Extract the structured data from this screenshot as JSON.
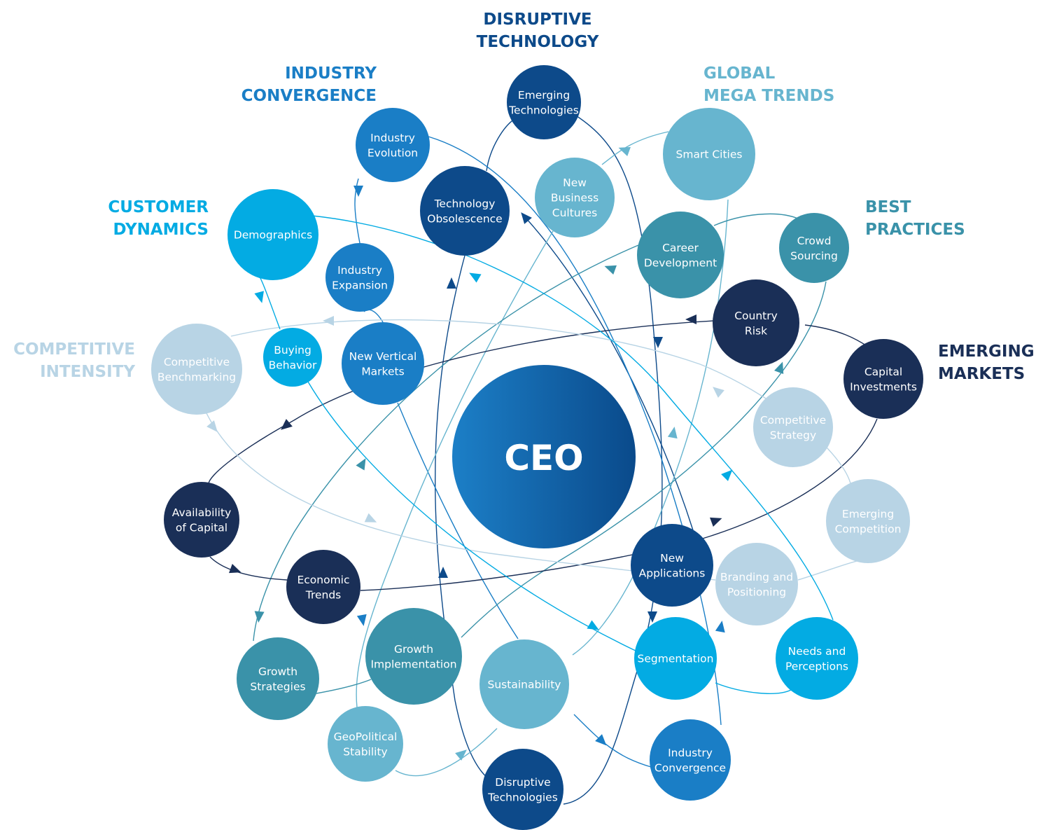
{
  "center": {
    "label": "CEO"
  },
  "colors": {
    "disruptive": "#0d4a8a",
    "industry": "#1a7ec6",
    "global": "#67b5cf",
    "best": "#3a92a9",
    "emerging": "#1a2f57",
    "competitive": "#b8d4e5",
    "customer": "#03abe3",
    "ceo_light": "#1c7fc7",
    "ceo_dark": "#0a4a8b"
  },
  "groups": [
    {
      "id": "disruptive_technology",
      "lines": [
        "DISRUPTIVE",
        "TECHNOLOGY"
      ],
      "color": "#0d4a8a"
    },
    {
      "id": "industry_convergence",
      "lines": [
        "INDUSTRY",
        "CONVERGENCE"
      ],
      "color": "#1a7ec6"
    },
    {
      "id": "global_mega_trends",
      "lines": [
        "GLOBAL",
        "MEGA TRENDS"
      ],
      "color": "#67b5cf"
    },
    {
      "id": "customer_dynamics",
      "lines": [
        "CUSTOMER",
        "DYNAMICS"
      ],
      "color": "#03abe3"
    },
    {
      "id": "best_practices",
      "lines": [
        "BEST",
        "PRACTICES"
      ],
      "color": "#3a92a9"
    },
    {
      "id": "competitive_intensity",
      "lines": [
        "COMPETITIVE",
        "INTENSITY"
      ],
      "color": "#b8d4e5"
    },
    {
      "id": "emerging_markets",
      "lines": [
        "EMERGING",
        "MARKETS"
      ],
      "color": "#1a2f57"
    }
  ],
  "nodes": [
    {
      "id": "emerging-technologies",
      "lines": [
        "Emerging",
        "Technologies"
      ],
      "color": "#0d4a8a"
    },
    {
      "id": "technology-obsolescence",
      "lines": [
        "Technology",
        "Obsolescence"
      ],
      "color": "#0d4a8a"
    },
    {
      "id": "disruptive-technologies",
      "lines": [
        "Disruptive",
        "Technologies"
      ],
      "color": "#0d4a8a"
    },
    {
      "id": "new-applications",
      "lines": [
        "New",
        "Applications"
      ],
      "color": "#0d4a8a"
    },
    {
      "id": "industry-evolution",
      "lines": [
        "Industry",
        "Evolution"
      ],
      "color": "#1a7ec6"
    },
    {
      "id": "industry-expansion",
      "lines": [
        "Industry",
        "Expansion"
      ],
      "color": "#1a7ec6"
    },
    {
      "id": "new-vertical-markets",
      "lines": [
        "New Vertical",
        "Markets"
      ],
      "color": "#1a7ec6"
    },
    {
      "id": "industry-convergence",
      "lines": [
        "Industry",
        "Convergence"
      ],
      "color": "#1a7ec6"
    },
    {
      "id": "smart-cities",
      "lines": [
        "Smart Cities"
      ],
      "color": "#67b5cf"
    },
    {
      "id": "new-business-cultures",
      "lines": [
        "New",
        "Business",
        "Cultures"
      ],
      "color": "#67b5cf"
    },
    {
      "id": "sustainability",
      "lines": [
        "Sustainability"
      ],
      "color": "#67b5cf"
    },
    {
      "id": "geopolitical-stability",
      "lines": [
        "GeoPolitical",
        "Stability"
      ],
      "color": "#67b5cf"
    },
    {
      "id": "career-development",
      "lines": [
        "Career",
        "Development"
      ],
      "color": "#3a92a9"
    },
    {
      "id": "crowd-sourcing",
      "lines": [
        "Crowd",
        "Sourcing"
      ],
      "color": "#3a92a9"
    },
    {
      "id": "growth-implementation",
      "lines": [
        "Growth",
        "Implementation"
      ],
      "color": "#3a92a9"
    },
    {
      "id": "growth-strategies",
      "lines": [
        "Growth",
        "Strategies"
      ],
      "color": "#3a92a9"
    },
    {
      "id": "country-risk",
      "lines": [
        "Country",
        "Risk"
      ],
      "color": "#1a2f57"
    },
    {
      "id": "capital-investments",
      "lines": [
        "Capital",
        "Investments"
      ],
      "color": "#1a2f57"
    },
    {
      "id": "availability-of-capital",
      "lines": [
        "Availability",
        "of Capital"
      ],
      "color": "#1a2f57"
    },
    {
      "id": "economic-trends",
      "lines": [
        "Economic",
        "Trends"
      ],
      "color": "#1a2f57"
    },
    {
      "id": "competitive-benchmarking",
      "lines": [
        "Competitive",
        "Benchmarking"
      ],
      "color": "#b8d4e5"
    },
    {
      "id": "competitive-strategy",
      "lines": [
        "Competitive",
        "Strategy"
      ],
      "color": "#b8d4e5"
    },
    {
      "id": "emerging-competition",
      "lines": [
        "Emerging",
        "Competition"
      ],
      "color": "#b8d4e5"
    },
    {
      "id": "branding-and-positioning",
      "lines": [
        "Branding and",
        "Positioning"
      ],
      "color": "#b8d4e5"
    },
    {
      "id": "demographics",
      "lines": [
        "Demographics"
      ],
      "color": "#03abe3"
    },
    {
      "id": "buying-behavior",
      "lines": [
        "Buying",
        "Behavior"
      ],
      "color": "#03abe3"
    },
    {
      "id": "segmentation",
      "lines": [
        "Segmentation"
      ],
      "color": "#03abe3"
    },
    {
      "id": "needs-and-perceptions",
      "lines": [
        "Needs and",
        "Perceptions"
      ],
      "color": "#03abe3"
    }
  ]
}
